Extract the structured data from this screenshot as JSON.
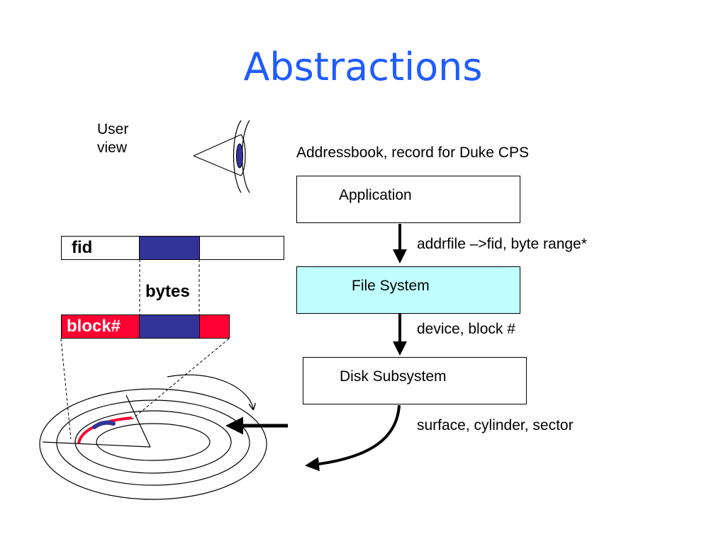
{
  "slide": {
    "title": "Abstractions"
  },
  "user_view": {
    "line1": "User",
    "line2": "view"
  },
  "stack": {
    "top_caption": "Addressbook, record for Duke CPS",
    "layers": [
      {
        "label": "Application",
        "fill": "#ffffff"
      },
      {
        "label": "File System",
        "fill": "#bfffff"
      },
      {
        "label": "Disk Subsystem",
        "fill": "#ffffff"
      }
    ],
    "arrow_captions": [
      "addrfile –>fid, byte range*",
      "device, block #",
      "surface, cylinder, sector"
    ]
  },
  "mapping": {
    "fid_label": "fid",
    "bytes_label": "bytes",
    "block_label": "block#"
  },
  "colors": {
    "title": "#1f5cff",
    "segment_blue": "#333399",
    "block_red": "#ff0033",
    "file_system_fill": "#bfffff",
    "eye_pupil": "#333399"
  }
}
